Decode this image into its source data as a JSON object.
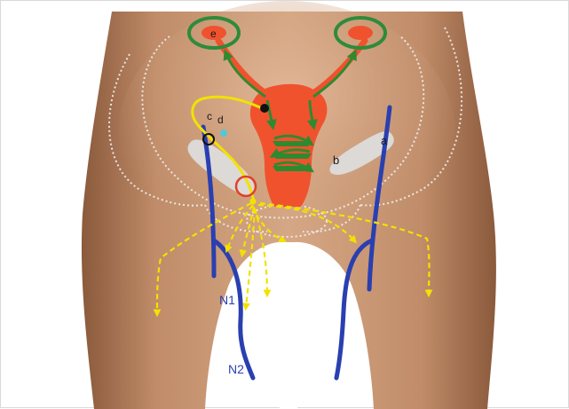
{
  "figure": {
    "labels": {
      "a": "a",
      "b": "b",
      "c": "c",
      "d": "d",
      "e": "e",
      "n1": "N1",
      "n2": "N2"
    }
  },
  "colors": {
    "background": "#ffffff",
    "skin": "#c99a78",
    "skin_dark": "#a87657",
    "uterus": "#f0522e",
    "ovary": "#f0522e",
    "green_arrow": "#2f8a2f",
    "green_outline": "#2e8b3a",
    "yellow_path": "#f2e200",
    "blue_vessel": "#2a3fb0",
    "bone_outline": "#e8e8e8",
    "ligament": "#dcdcdc",
    "label_text": "#1a1a1a",
    "nerve_label": "#2a3fb0",
    "marker_red": "#e0402a",
    "marker_cyan": "#50c8d8"
  },
  "icons": [
    "green-arrow-icon",
    "yellow-dashed-arrow-icon",
    "black-dot-icon",
    "open-circle-icon",
    "cyan-dot-icon",
    "red-circle-icon"
  ]
}
